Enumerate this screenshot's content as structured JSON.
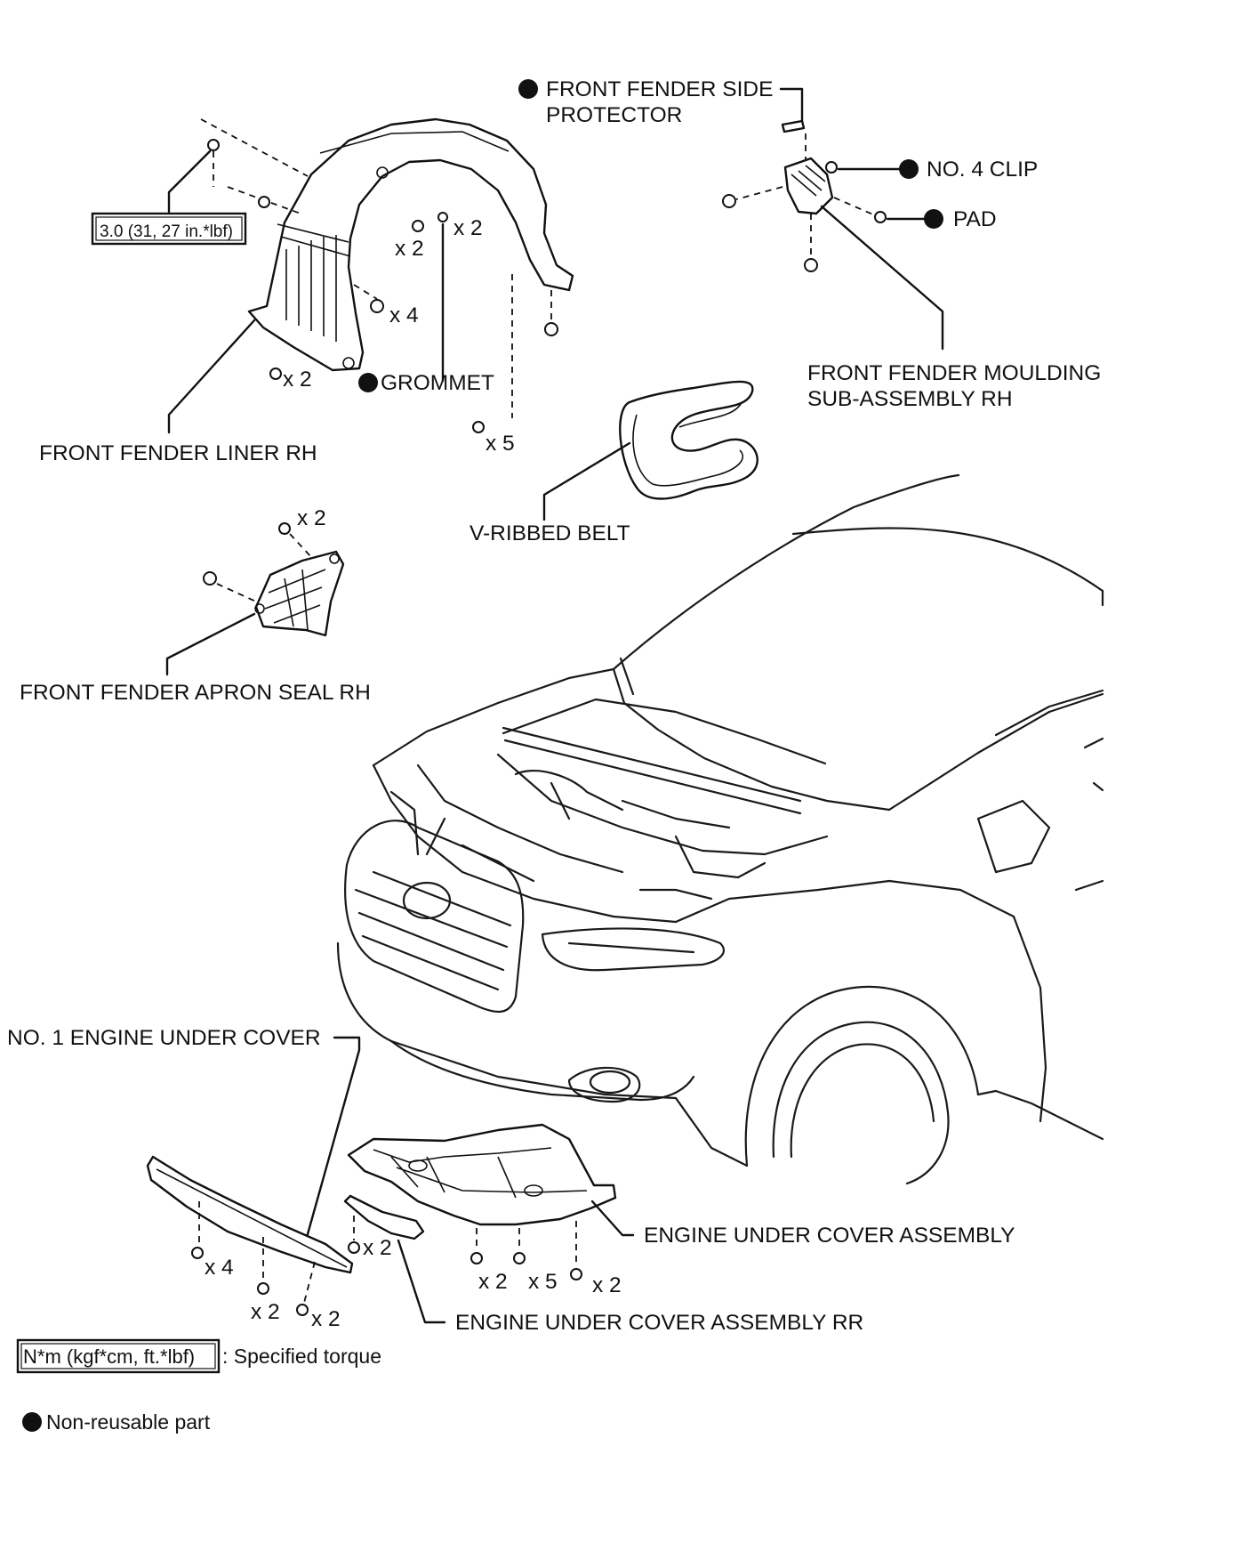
{
  "labels": {
    "side_protector_line1": "FRONT FENDER SIDE",
    "side_protector_line2": "PROTECTOR",
    "no4_clip": "NO. 4 CLIP",
    "pad": "PAD",
    "moulding_line1": "FRONT FENDER MOULDING",
    "moulding_line2": "SUB-ASSEMBLY RH",
    "grommet": "GROMMET",
    "fender_liner": "FRONT FENDER LINER RH",
    "v_ribbed_belt": "V-RIBBED BELT",
    "apron_seal": "FRONT FENDER APRON SEAL RH",
    "no1_under_cover": "NO. 1 ENGINE UNDER COVER",
    "under_cover_assembly": "ENGINE UNDER COVER ASSEMBLY",
    "under_cover_rr": "ENGINE UNDER COVER ASSEMBLY RR"
  },
  "torque": {
    "fender_liner_screw": "3.0 (31, 27 in.*lbf)"
  },
  "quantities": {
    "liner_screw_x2": "x 2",
    "liner_grommet_x2": "x 2",
    "liner_clip_x4": "x 4",
    "liner_bottom_x2": "x 2",
    "liner_clip_x5": "x 5",
    "apron_x2": "x 2",
    "no1_cover_x4": "x 4",
    "no1_cover_x2_a": "x 2",
    "no1_cover_x2_b": "x 2",
    "rr_x2": "x 2",
    "assy_x2_a": "x 2",
    "assy_x5": "x 5",
    "assy_x2_b": "x 2"
  },
  "legend": {
    "torque_box": "N*m (kgf*cm, ft.*lbf)",
    "torque_desc": ": Specified torque",
    "non_reusable": "Non-reusable part"
  },
  "icons": [
    "non-reusable-bullet-icon",
    "bolt-icon",
    "clip-icon"
  ],
  "colors": {
    "ink": "#111111",
    "background": "#ffffff"
  }
}
